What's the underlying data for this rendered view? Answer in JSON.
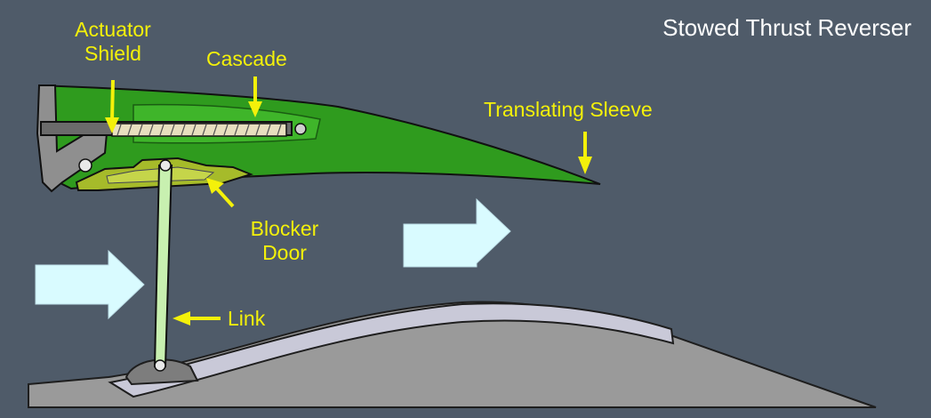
{
  "title": "Stowed Thrust Reverser",
  "labels": {
    "actuator_shield_1": "Actuator",
    "actuator_shield_2": "Shield",
    "cascade": "Cascade",
    "translating_sleeve": "Translating Sleeve",
    "blocker_door_1": "Blocker",
    "blocker_door_2": "Door",
    "link": "Link"
  },
  "colors": {
    "background": "#4f5b69",
    "label": "#f4f10a",
    "sleeve_green": "#2f9b1e",
    "blocker": "#a6bb2a",
    "link": "#c8f0b0",
    "flow_arrow": "#d9fbff",
    "core": "#9a9a9a"
  }
}
